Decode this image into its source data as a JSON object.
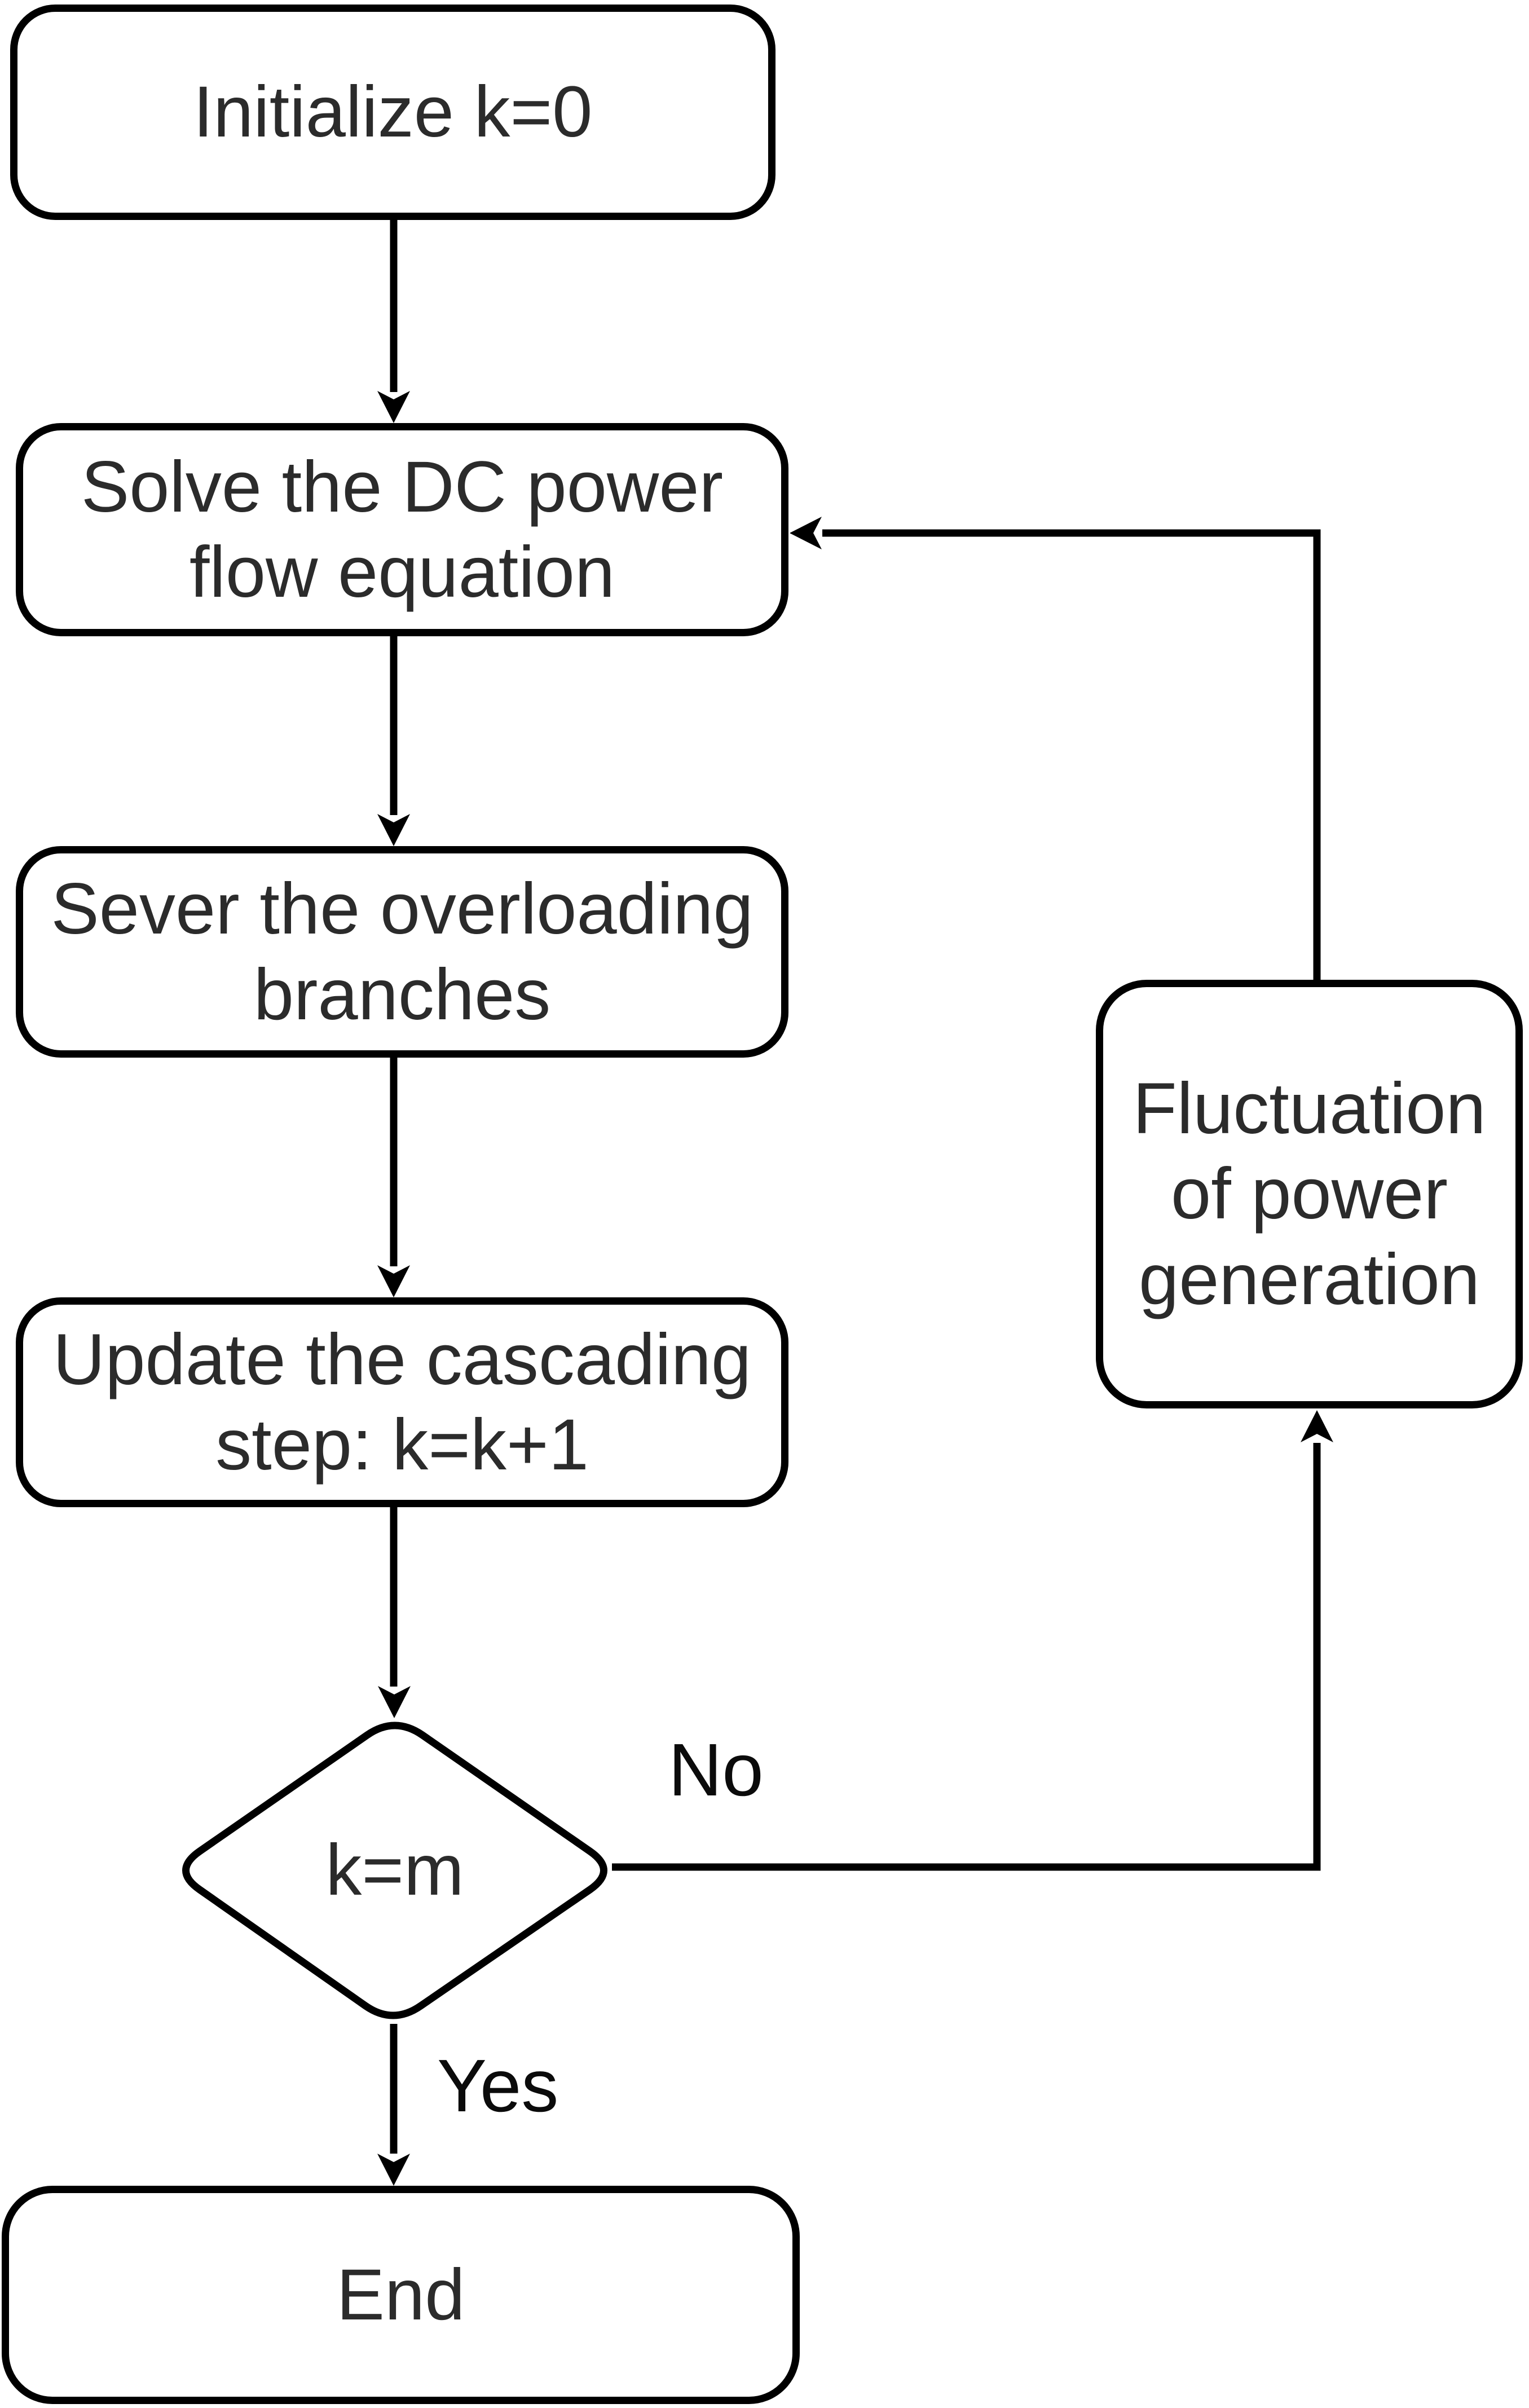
{
  "flowchart": {
    "nodes": {
      "initialize": {
        "lines": [
          "Initialize k=0"
        ]
      },
      "solve": {
        "lines": [
          "Solve the DC power",
          "flow equation"
        ]
      },
      "sever": {
        "lines": [
          "Sever the overloading",
          "branches"
        ]
      },
      "update": {
        "lines": [
          "Update the cascading",
          "step: k=k+1"
        ]
      },
      "decision": {
        "lines": [
          "k=m"
        ]
      },
      "fluctuation": {
        "lines": [
          "Fluctuation",
          "of power",
          "generation"
        ]
      },
      "end": {
        "lines": [
          "End"
        ]
      }
    },
    "edge_labels": {
      "no": "No",
      "yes": "Yes"
    },
    "colors": {
      "stroke": "#000000",
      "node_text": "#2b2b2b",
      "label_text": "#0b0b0b",
      "background": "#ffffff"
    }
  }
}
